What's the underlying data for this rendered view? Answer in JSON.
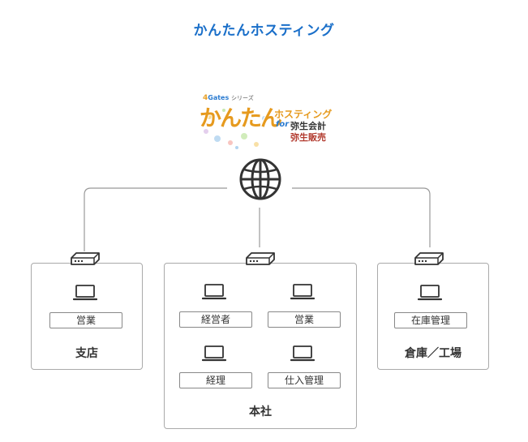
{
  "title": "かんたんホスティング",
  "logo": {
    "series_num": "4",
    "series_name": "Gates",
    "series_suffix": "シリーズ",
    "kantan": "かんたん",
    "hosting": "ホスティング",
    "for": "for",
    "product1": "弥生会計",
    "product2": "弥生販売"
  },
  "offices": {
    "branch": {
      "name": "支店",
      "devices": [
        "営業"
      ]
    },
    "head": {
      "name": "本社",
      "devices": [
        "経営者",
        "営業",
        "経理",
        "仕入管理"
      ]
    },
    "warehouse": {
      "name": "倉庫／工場",
      "devices": [
        "在庫管理"
      ]
    }
  },
  "icons": {
    "internet": "globe-icon",
    "router": "router-icon",
    "pc": "laptop-icon"
  },
  "colors": {
    "title": "#1a6fc9",
    "line": "#999999",
    "box_border": "#aaaaaa"
  }
}
